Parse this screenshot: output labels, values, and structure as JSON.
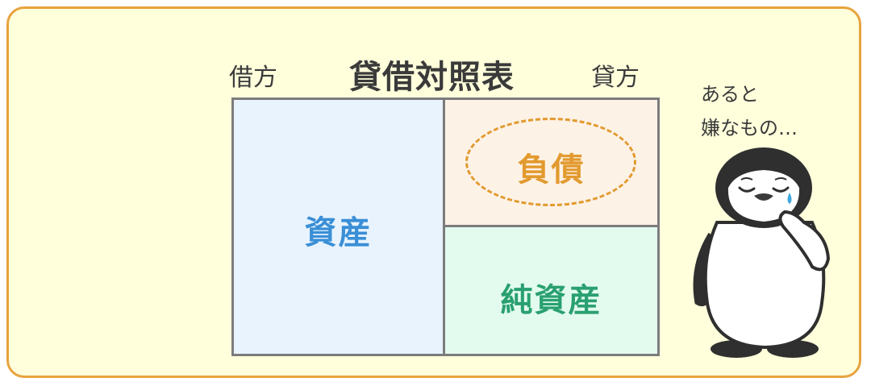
{
  "diagram": {
    "title": "貸借対照表",
    "left_side": "借方",
    "right_side": "貸方",
    "assets": "資産",
    "liabilities": "負債",
    "net_assets": "純資産",
    "remark_line1": "あると",
    "remark_line2": "嫌なもの…"
  },
  "colors": {
    "panel_bg": "#ffffdc",
    "panel_border": "#e8a33e",
    "assets": "#3a8fd6",
    "liabilities": "#e29a2f",
    "net_assets": "#2aa070"
  },
  "icons": {
    "mascot": "crying-penguin-icon"
  }
}
